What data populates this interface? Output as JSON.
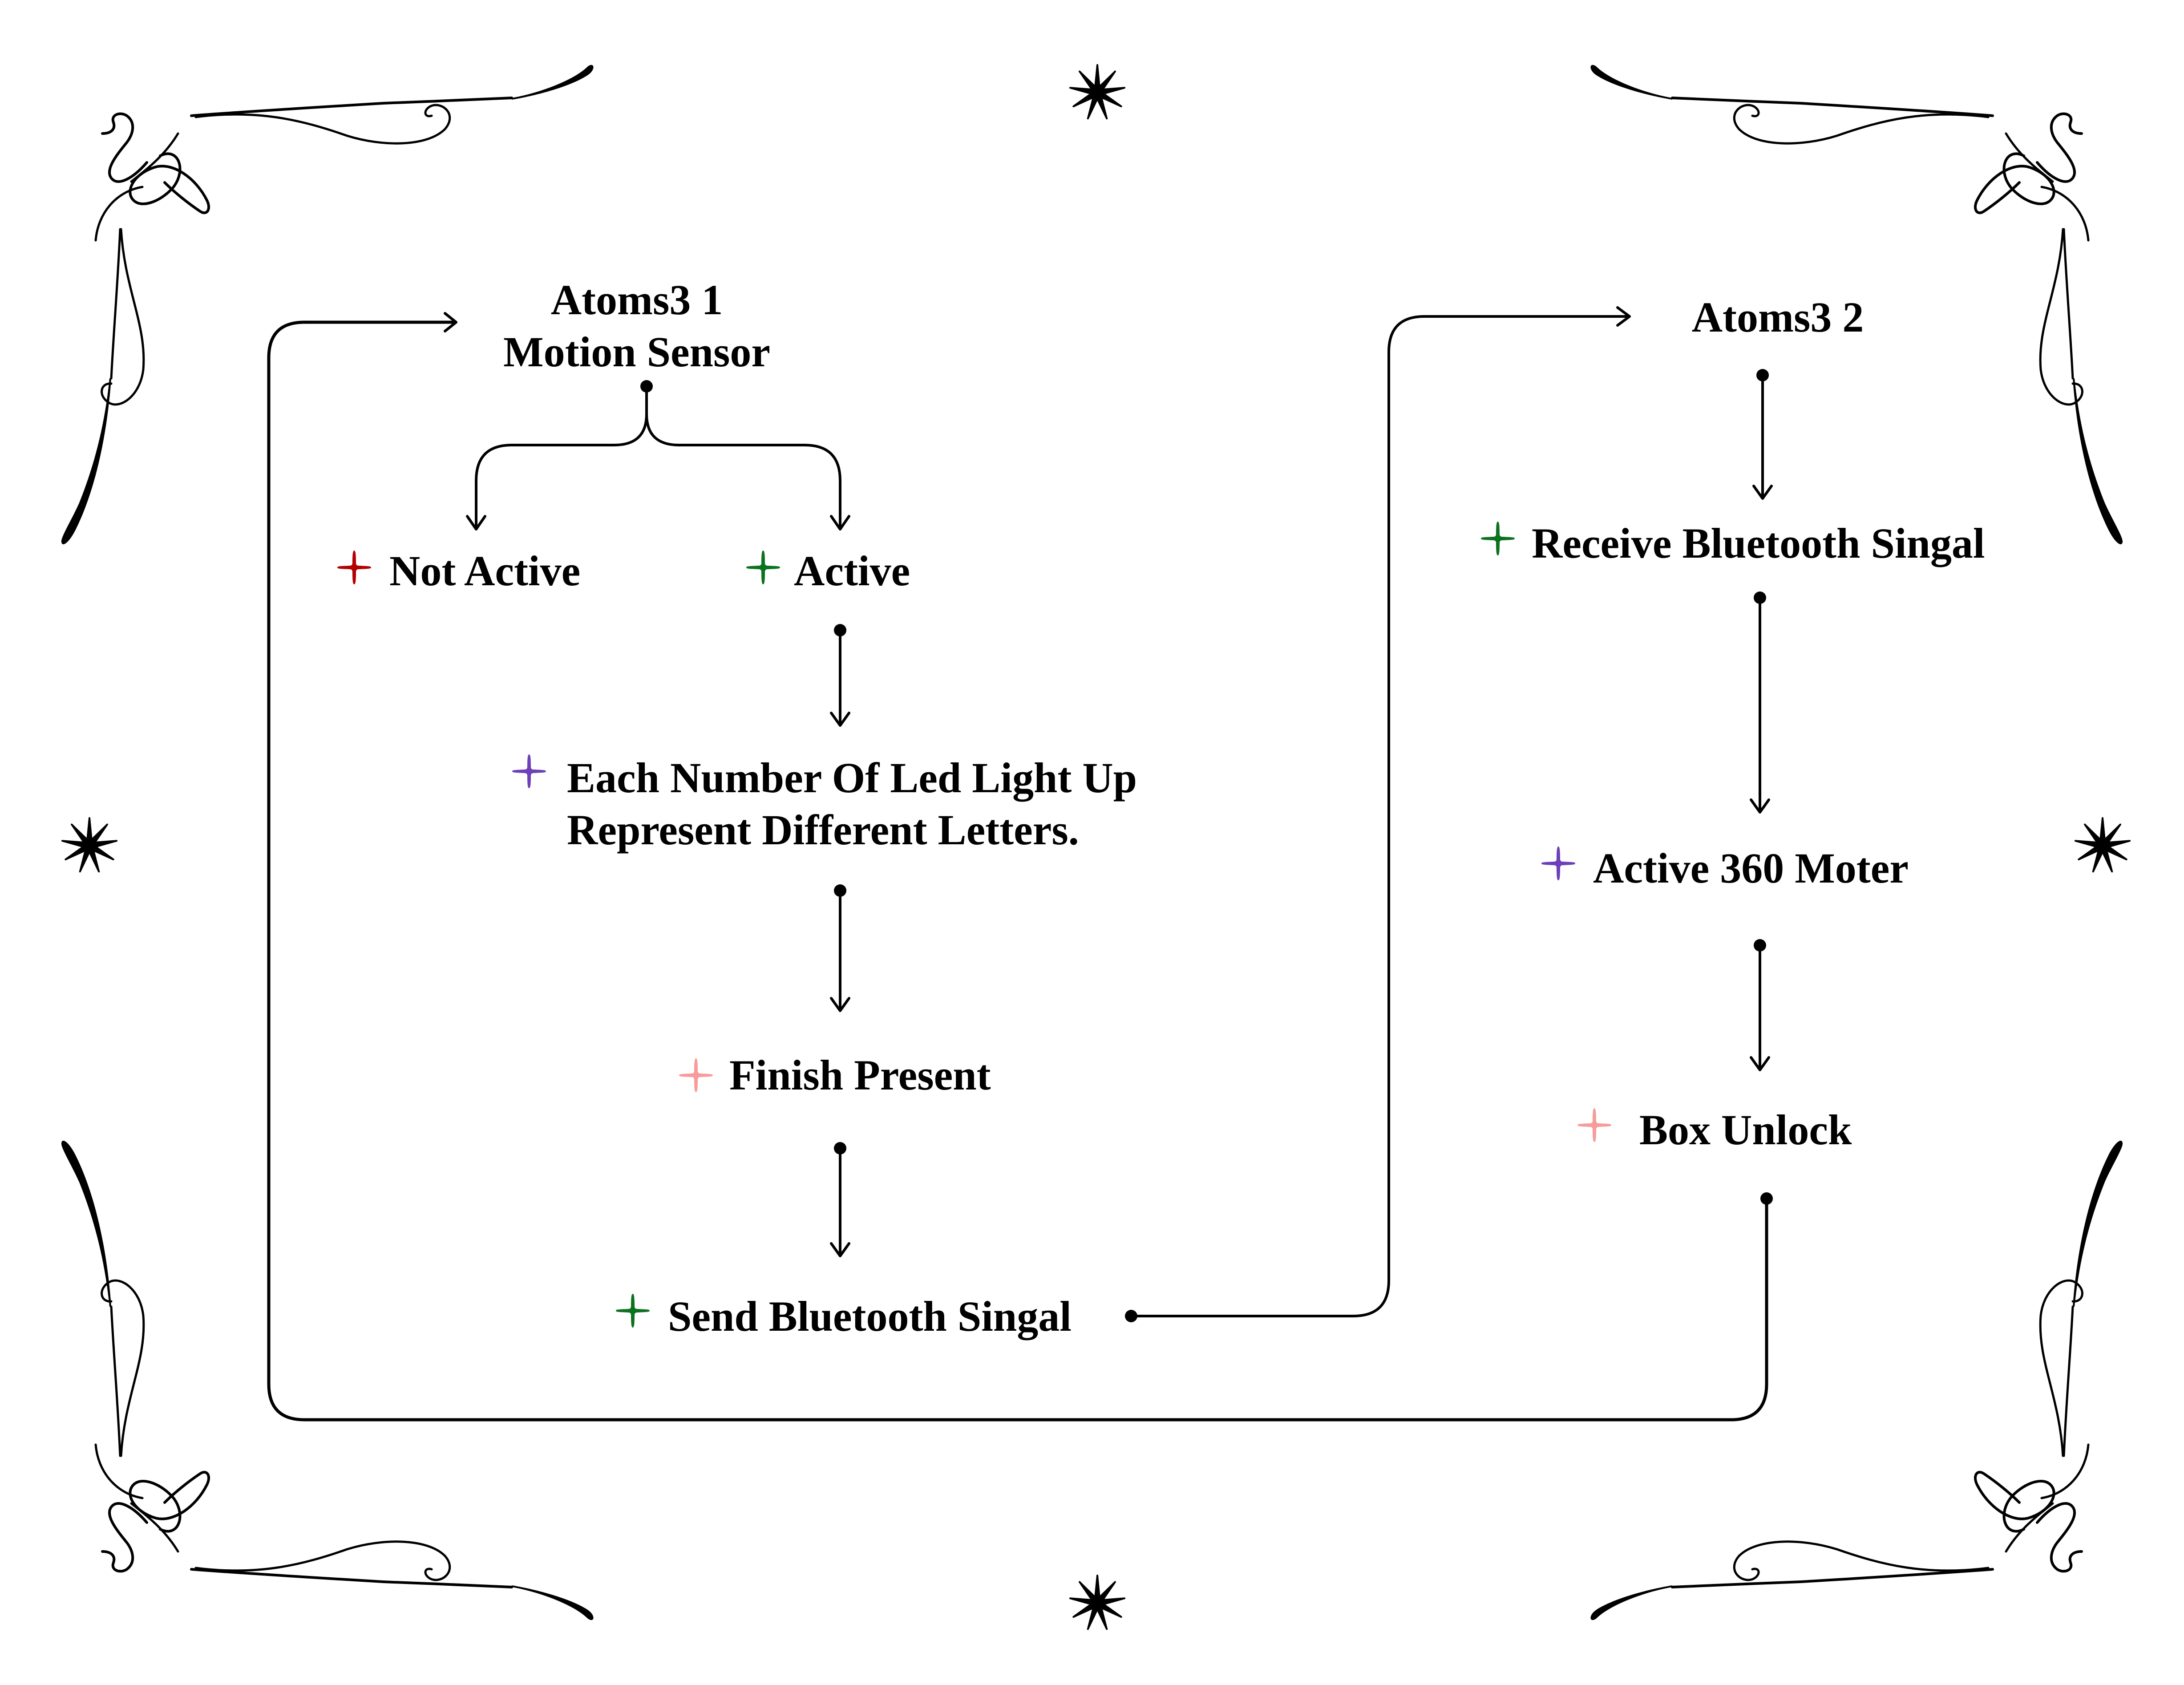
{
  "colors": {
    "red": "#b30000",
    "green": "#0b7320",
    "purple": "#6d3fb8",
    "pink": "#f79b9b",
    "ink": "#000000",
    "background": "#ffffff"
  },
  "left_flow": {
    "title_line1": "Atoms3 1",
    "title_line2": "Motion Sensor",
    "branch_not_active": {
      "label": "Not Active",
      "marker": "red"
    },
    "branch_active": {
      "label": "Active",
      "marker": "green"
    },
    "step_led": {
      "line1": "Each Number Of Led Light Up",
      "line2": "Represent Different Letters.",
      "marker": "purple"
    },
    "step_finish": {
      "label": "Finish Present",
      "marker": "pink"
    },
    "step_send": {
      "label": "Send Bluetooth Singal",
      "marker": "green"
    }
  },
  "right_flow": {
    "title": "Atoms3 2",
    "step_receive": {
      "label": "Receive Bluetooth Singal",
      "marker": "green"
    },
    "step_motor": {
      "label": "Active 360 Moter",
      "marker": "purple"
    },
    "step_unlock": {
      "label": "Box Unlock",
      "marker": "pink"
    }
  },
  "decorations": {
    "corner_ornament": "flourish-scroll",
    "star": "nine-point-star"
  }
}
